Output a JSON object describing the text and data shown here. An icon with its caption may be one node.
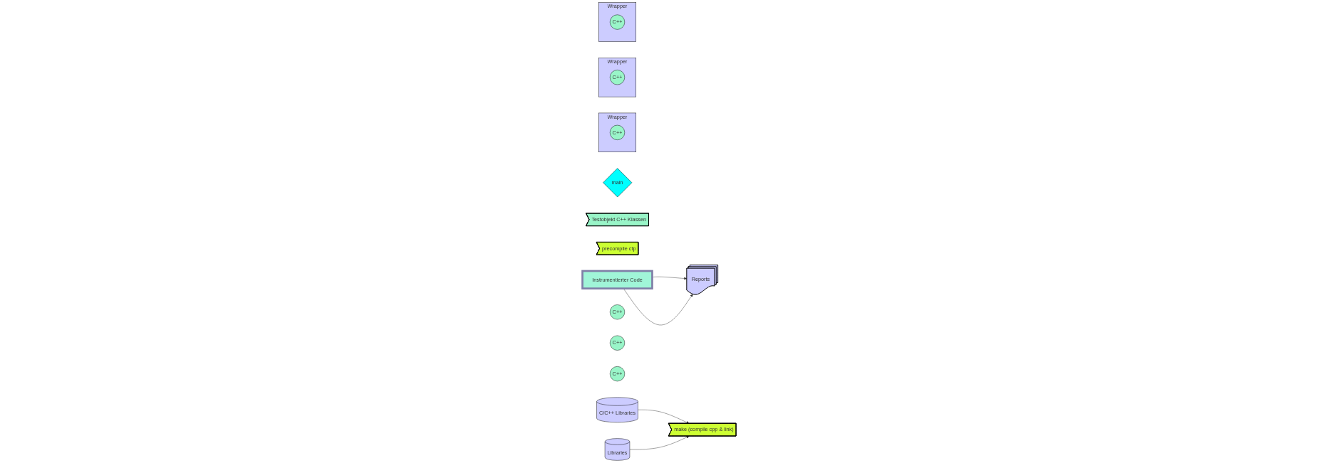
{
  "diagram": {
    "nodes": [
      {
        "text": [
          "main"
        ]
      },
      {
        "text": [
          "Testobjekt C++ Klassen"
        ]
      },
      {
        "text": [
          "precompile ctp"
        ]
      },
      {
        "text": [
          "make (compile cpp & link)"
        ]
      },
      {
        "text": [
          "Instrumentierter Code"
        ]
      },
      {
        "text": [
          "Reports"
        ]
      },
      {
        "text": [
          "C++"
        ]
      },
      {
        "text": [
          "C++"
        ]
      },
      {
        "text": [
          "C++"
        ]
      },
      {
        "text": [
          "C/C++ Libraries"
        ]
      },
      {
        "text": [
          "Libraries"
        ]
      },
      {
        "text": [
          "Wrapper"
        ]
      },
      {
        "text": [
          "C++"
        ],
        "in": 11
      },
      {
        "text": [
          "Wrapper"
        ]
      },
      {
        "text": [
          "C++"
        ],
        "in": 13
      },
      {
        "text": [
          "Wrapper"
        ]
      },
      {
        "text": [
          "C++"
        ],
        "in": 15
      }
    ],
    "edges": [
      {
        "from": 9,
        "to": 3,
        "arrow": "to"
      },
      {
        "from": 10,
        "to": 3,
        "arrow": "to"
      },
      {
        "from": 4,
        "to": 5,
        "arrow": "to"
      },
      {
        "from": 4,
        "to": 5,
        "arrow": "to"
      }
    ]
  }
}
